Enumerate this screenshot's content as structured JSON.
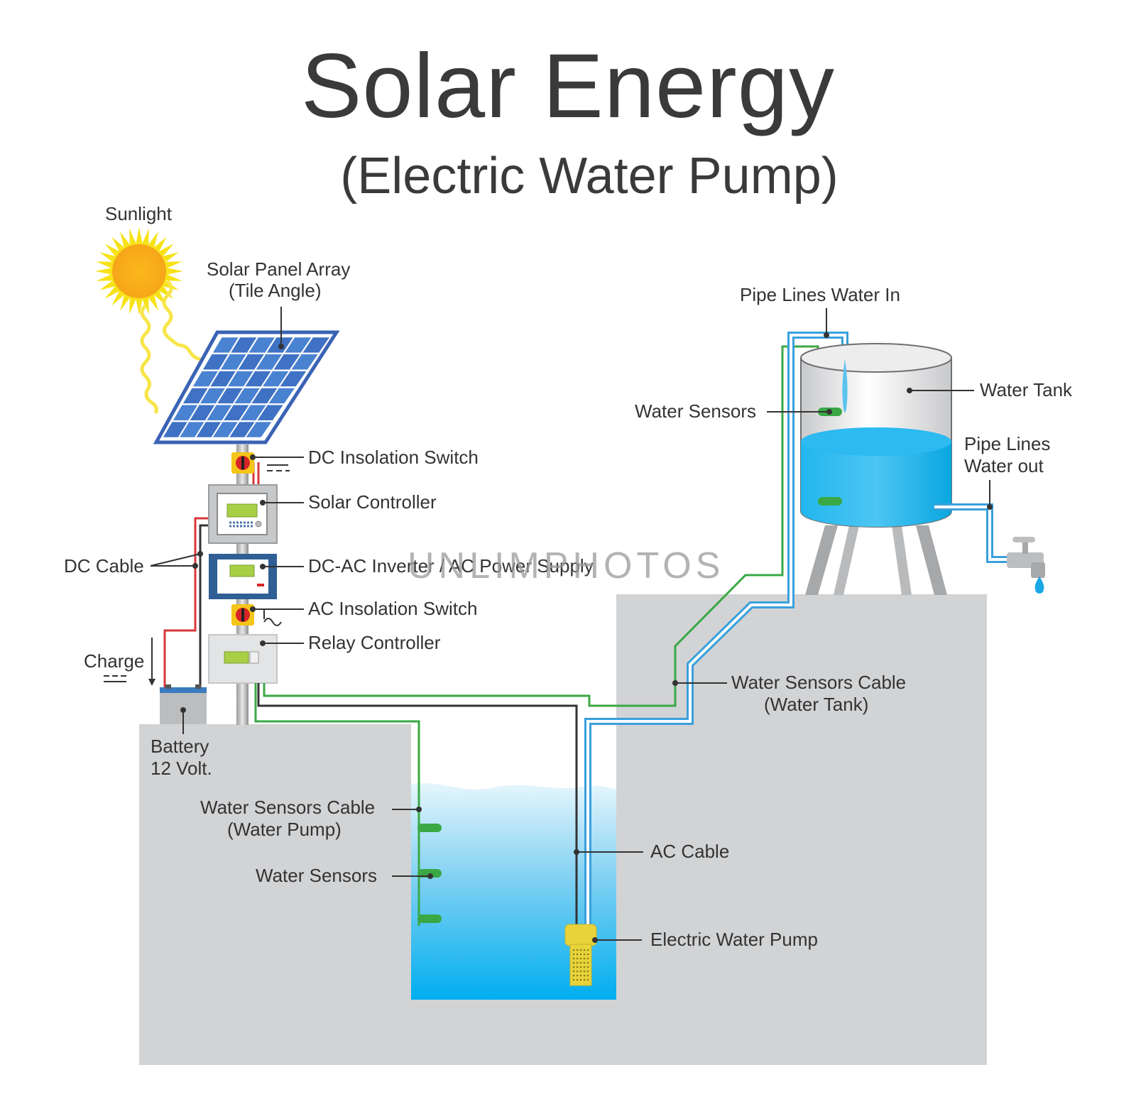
{
  "title": "Solar Energy",
  "subtitle": "(Electric Water Pump)",
  "labels": {
    "sunlight": "Sunlight",
    "solar_panel_1": "Solar Panel Array",
    "solar_panel_2": "(Tile Angle)",
    "dc_switch": "DC Insolation Switch",
    "solar_controller": "Solar Controller",
    "dc_cable": "DC Cable",
    "inverter": "DC-AC Inverter / AC Power Supply",
    "ac_switch": "AC Insolation Switch",
    "relay": "Relay Controller",
    "charge": "Charge",
    "battery_1": "Battery",
    "battery_2": "12 Volt.",
    "pipe_in": "Pipe Lines Water In",
    "water_tank": "Water Tank",
    "tank_sensors": "Water Sensors",
    "pipe_out_1": "Pipe Lines",
    "pipe_out_2": "Water out",
    "tank_cable_1": "Water Sensors Cable",
    "tank_cable_2": "(Water Tank)",
    "pump_cable_1": "Water Sensors Cable",
    "pump_cable_2": "(Water Pump)",
    "pump_sensors": "Water Sensors",
    "ac_cable": "AC Cable",
    "pump": "Electric Water Pump"
  },
  "watermark": "UNLIMPHOTOS",
  "colors": {
    "ground": "#d2d3d5",
    "water_top": "#d9f2fb",
    "water_bottom": "#00aeef",
    "pipe": "#3aa0dc",
    "sensor_cable": "#39a845",
    "dc_positive": "#d9373a",
    "ac_cable": "#333333",
    "sun": "#f7b21a",
    "panel": "#2f62b3",
    "pump": "#e8d43a"
  },
  "icons": [
    "sun-icon",
    "solar-panel-icon",
    "water-tap-icon",
    "water-drop-icon"
  ]
}
